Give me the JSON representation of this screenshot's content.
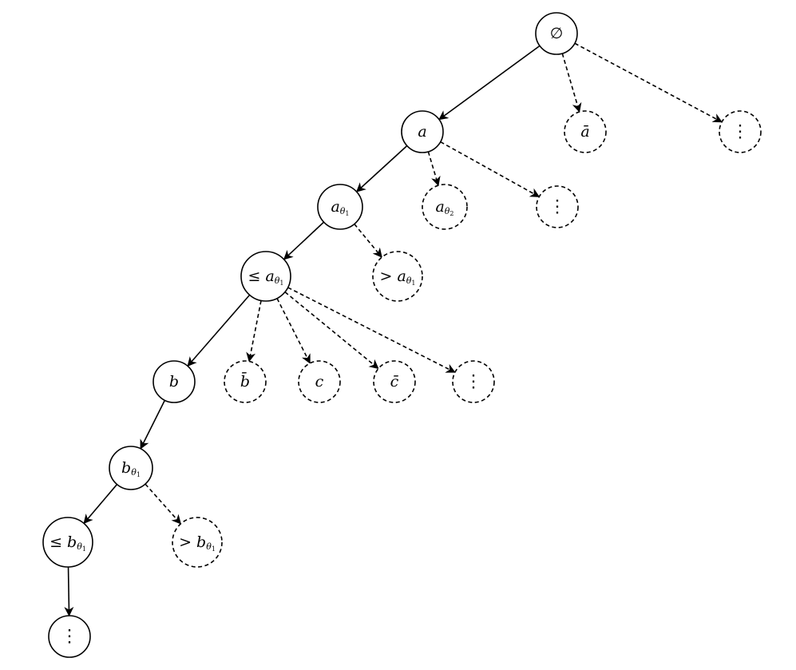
{
  "diagram": {
    "type": "tree",
    "nodes": [
      {
        "id": "root",
        "base": "∅",
        "italic": false,
        "style": "solid"
      },
      {
        "id": "a",
        "base": "a",
        "style": "solid"
      },
      {
        "id": "abar",
        "base": "ā",
        "style": "dashed"
      },
      {
        "id": "dots1",
        "base": "⋮",
        "italic": false,
        "style": "dashed"
      },
      {
        "id": "at1",
        "base": "a",
        "sub": "θ",
        "subsub": "1",
        "style": "solid"
      },
      {
        "id": "at2",
        "base": "a",
        "sub": "θ",
        "subsub": "2",
        "style": "dashed"
      },
      {
        "id": "dots2",
        "base": "⋮",
        "italic": false,
        "style": "dashed"
      },
      {
        "id": "le_at1",
        "prefix": "≤ ",
        "base": "a",
        "sub": "θ",
        "subsub": "1",
        "style": "solid"
      },
      {
        "id": "gt_at1",
        "prefix": "> ",
        "base": "a",
        "sub": "θ",
        "subsub": "1",
        "style": "dashed"
      },
      {
        "id": "b",
        "base": "b",
        "style": "solid"
      },
      {
        "id": "bbar",
        "base": "b̄",
        "style": "dashed"
      },
      {
        "id": "c",
        "base": "c",
        "style": "dashed"
      },
      {
        "id": "cbar",
        "base": "c̄",
        "style": "dashed"
      },
      {
        "id": "dots3",
        "base": "⋮",
        "italic": false,
        "style": "dashed"
      },
      {
        "id": "bt1",
        "base": "b",
        "sub": "θ",
        "subsub": "1",
        "style": "solid"
      },
      {
        "id": "le_bt1",
        "prefix": "≤ ",
        "base": "b",
        "sub": "θ",
        "subsub": "1",
        "style": "solid"
      },
      {
        "id": "gt_bt1",
        "prefix": "> ",
        "base": "b",
        "sub": "θ",
        "subsub": "1",
        "style": "dashed"
      },
      {
        "id": "dots4",
        "base": "⋮",
        "italic": false,
        "style": "solid"
      }
    ],
    "edges": [
      {
        "from": "root",
        "to": "a",
        "style": "solid"
      },
      {
        "from": "root",
        "to": "abar",
        "style": "dashed"
      },
      {
        "from": "root",
        "to": "dots1",
        "style": "dashed"
      },
      {
        "from": "a",
        "to": "at1",
        "style": "solid"
      },
      {
        "from": "a",
        "to": "at2",
        "style": "dashed"
      },
      {
        "from": "a",
        "to": "dots2",
        "style": "dashed"
      },
      {
        "from": "at1",
        "to": "le_at1",
        "style": "solid"
      },
      {
        "from": "at1",
        "to": "gt_at1",
        "style": "dashed"
      },
      {
        "from": "le_at1",
        "to": "b",
        "style": "solid"
      },
      {
        "from": "le_at1",
        "to": "bbar",
        "style": "dashed"
      },
      {
        "from": "le_at1",
        "to": "c",
        "style": "dashed"
      },
      {
        "from": "le_at1",
        "to": "cbar",
        "style": "dashed"
      },
      {
        "from": "le_at1",
        "to": "dots3",
        "style": "dashed"
      },
      {
        "from": "b",
        "to": "bt1",
        "style": "solid"
      },
      {
        "from": "bt1",
        "to": "le_bt1",
        "style": "solid"
      },
      {
        "from": "bt1",
        "to": "gt_bt1",
        "style": "dashed"
      },
      {
        "from": "le_bt1",
        "to": "dots4",
        "style": "solid"
      }
    ]
  }
}
